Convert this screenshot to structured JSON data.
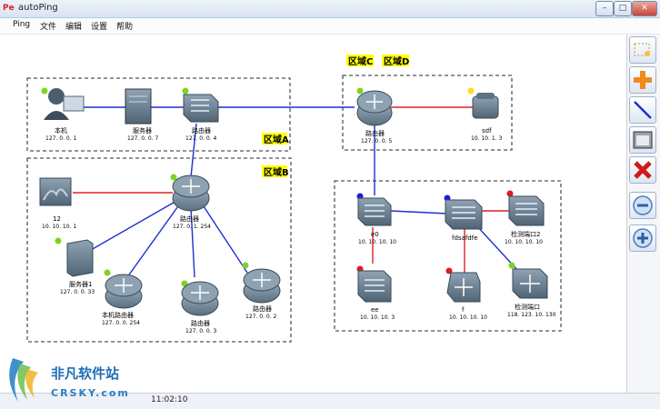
{
  "window": {
    "title": "autoPing",
    "icon_text": "Pe",
    "minimize": "–",
    "maximize": "□",
    "close": "✕"
  },
  "menu": [
    "Ping",
    "文件",
    "编辑",
    "设置",
    "帮助"
  ],
  "zones": {
    "a": "区域A",
    "b": "区域B",
    "c": "区域C",
    "d": "区域D"
  },
  "devices": {
    "pc": {
      "name": "本机",
      "ip": "127. 0. 0. 1"
    },
    "server": {
      "name": "服务器",
      "ip": "127. 0. 0. 7"
    },
    "sw_a": {
      "name": "路由器",
      "ip": "127. 0. 0. 4"
    },
    "router_c": {
      "name": "路由器",
      "ip": "127. 0. 0. 5"
    },
    "phone": {
      "name": "sdf",
      "ip": "10. 10. 1. 3"
    },
    "router_b": {
      "name": "路由器",
      "ip": "127. 0. 1. 254"
    },
    "fw": {
      "name": "12",
      "ip": "10. 10. 10. 1"
    },
    "srv1": {
      "name": "服务器1",
      "ip": "127. 0. 0. 33"
    },
    "local_rt": {
      "name": "本机路由器",
      "ip": "127. 0. 0. 254"
    },
    "rt_b2": {
      "name": "路由器",
      "ip": "127. 0. 0. 3"
    },
    "rt_b3": {
      "name": "路由器",
      "ip": "127. 0. 0. 2"
    },
    "d_sw": {
      "name": "e0",
      "ip": "10. 10. 10. 10"
    },
    "d_core": {
      "name": "fdsafdfe",
      "ip": ""
    },
    "d_port2": {
      "name": "检测端口2",
      "ip": "10. 10. 10. 10"
    },
    "d_sw2": {
      "name": "ee",
      "ip": "10. 10. 10. 3"
    },
    "d_rt": {
      "name": "f",
      "ip": "10. 10. 10. 10"
    },
    "d_port": {
      "name": "检测端口",
      "ip": "118. 123. 10. 130"
    }
  },
  "status": {
    "time": "11:02:10",
    "prefix": ""
  },
  "watermark": {
    "brand": "非凡软件站",
    "domain": "CRSKY.com"
  },
  "colors": {
    "link_blue": "#1f2fd0",
    "link_red": "#e02020",
    "status_green": "#7ed321",
    "status_red": "#e01b1b",
    "status_blue": "#1a1ae0",
    "zone_label_bg": "#ffff00"
  },
  "tools": [
    "select-tool",
    "add-device-tool",
    "draw-link-tool",
    "grid-tool",
    "delete-tool",
    "zoom-out-tool",
    "zoom-in-tool"
  ]
}
